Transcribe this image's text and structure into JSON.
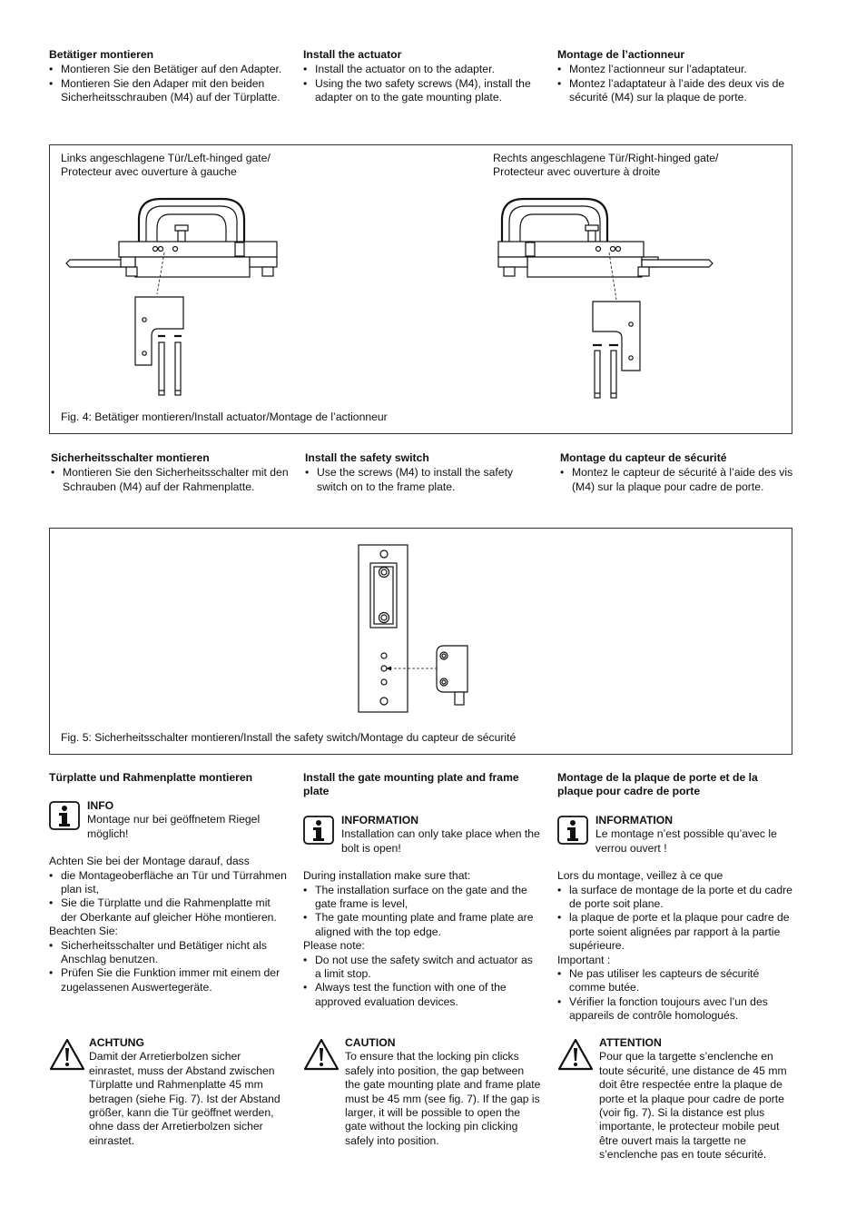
{
  "sec1": {
    "de": {
      "title": "Betätiger montieren",
      "items": [
        "Montieren Sie den Betätiger auf den Adapter.",
        "Montieren Sie den Adaper mit den beiden Sicherheitsschrauben (M4) auf der Türplatte."
      ]
    },
    "en": {
      "title": "Install the actuator",
      "items": [
        "Install the actuator on to the adapter.",
        "Using the two safety screws (M4), install the adapter on to the gate mounting plate."
      ]
    },
    "fr": {
      "title": "Montage de l’actionneur",
      "items": [
        "Montez l’actionneur sur l’adaptateur.",
        "Montez l’adaptateur à l’aide des deux vis de sécurité (M4) sur la plaque de porte."
      ]
    }
  },
  "fig4": {
    "left_label_1": "Links angeschlagene Tür/Left-hinged gate/",
    "left_label_2": "Protecteur avec ouverture à gauche",
    "right_label_1": "Rechts angeschlagene Tür/Right-hinged gate/",
    "right_label_2": "Protecteur avec ouverture à droite",
    "caption": "Fig. 4: Betätiger montieren/Install actuator/Montage de l’actionneur"
  },
  "sec2": {
    "de": {
      "title": "Sicherheitsschalter montieren",
      "items": [
        "Montieren Sie den Sicherheitsschalter mit den Schrauben (M4) auf der Rahmenplatte."
      ]
    },
    "en": {
      "title": "Install the safety switch",
      "items": [
        "Use the screws (M4) to install the safety switch on to the frame plate."
      ]
    },
    "fr": {
      "title": "Montage du capteur de sécurité",
      "items": [
        "Montez le capteur de sécurité à l’aide des vis (M4) sur la plaque pour cadre de porte."
      ]
    }
  },
  "fig5": {
    "caption": "Fig. 5: Sicherheitsschalter montieren/Install the safety switch/Montage du capteur de sécurité"
  },
  "sec3": {
    "de": {
      "title": "Türplatte und Rahmenplatte montieren",
      "info_title": "INFO",
      "info_text": "Montage nur bei geöffnetem Riegel möglich!",
      "intro": "Achten Sie bei der Montage darauf, dass",
      "items1": [
        "die Montageoberfläche an Tür und Türrahmen plan ist,",
        "Sie die Türplatte und die Rahmenplatte mit der Oberkante auf gleicher Höhe montieren."
      ],
      "note_label": "Beachten Sie:",
      "items2": [
        "Sicherheitsschalter und Betätiger nicht als Anschlag benutzen.",
        "Prüfen Sie die Funktion immer mit einem der zugelassenen Auswertegeräte."
      ],
      "warn_title": "ACHTUNG",
      "warn_text": "Damit der Arretierbolzen sicher einrastet, muss der Abstand zwischen Türplatte und Rahmenplatte 45 mm betragen (siehe Fig. 7). Ist der Abstand größer, kann die Tür geöffnet werden, ohne dass der Arretierbolzen sicher einrastet."
    },
    "en": {
      "title": "Install the gate mounting plate and frame plate",
      "info_title": "INFORMATION",
      "info_text": "Installation can only take place when the bolt is open!",
      "intro": "During installation make sure that:",
      "items1": [
        "The installation surface on the gate and the gate frame is level,",
        "The gate mounting plate and frame plate are aligned with the top edge."
      ],
      "note_label": "Please note:",
      "items2": [
        "Do not use the safety switch and actuator as a limit stop.",
        "Always test the function with one of the approved evaluation devices."
      ],
      "warn_title": "CAUTION",
      "warn_text": "To ensure that the locking pin clicks safely into position, the gap between the gate mounting plate and frame plate must be 45 mm (see fig. 7). If the gap is larger, it will be possible to open the gate without the locking pin clicking safely into position."
    },
    "fr": {
      "title": "Montage de la plaque de porte et de la plaque pour cadre de porte",
      "info_title": "INFORMATION",
      "info_text": "Le montage n’est possible qu’avec le verrou ouvert !",
      "intro": "Lors du montage, veillez à ce que",
      "items1": [
        "la surface de montage de la porte et du cadre de porte soit plane.",
        "la plaque de porte et la plaque pour cadre de porte soient alignées par rapport à la partie supérieure."
      ],
      "note_label": "Important :",
      "items2": [
        "Ne pas utiliser les capteurs de sécurité comme butée.",
        "Vérifier la fonction toujours avec l’un des appareils de contrôle homologués."
      ],
      "warn_title": "ATTENTION",
      "warn_text": "Pour que la targette s’enclenche en toute sécurité, une distance de 45 mm doit être respectée entre la plaque de porte et la plaque pour cadre de porte (voir fig. 7). Si la distance est plus importante, le protecteur mobile peut être ouvert mais la targette ne s’enclenche pas en toute sécurité."
    }
  }
}
